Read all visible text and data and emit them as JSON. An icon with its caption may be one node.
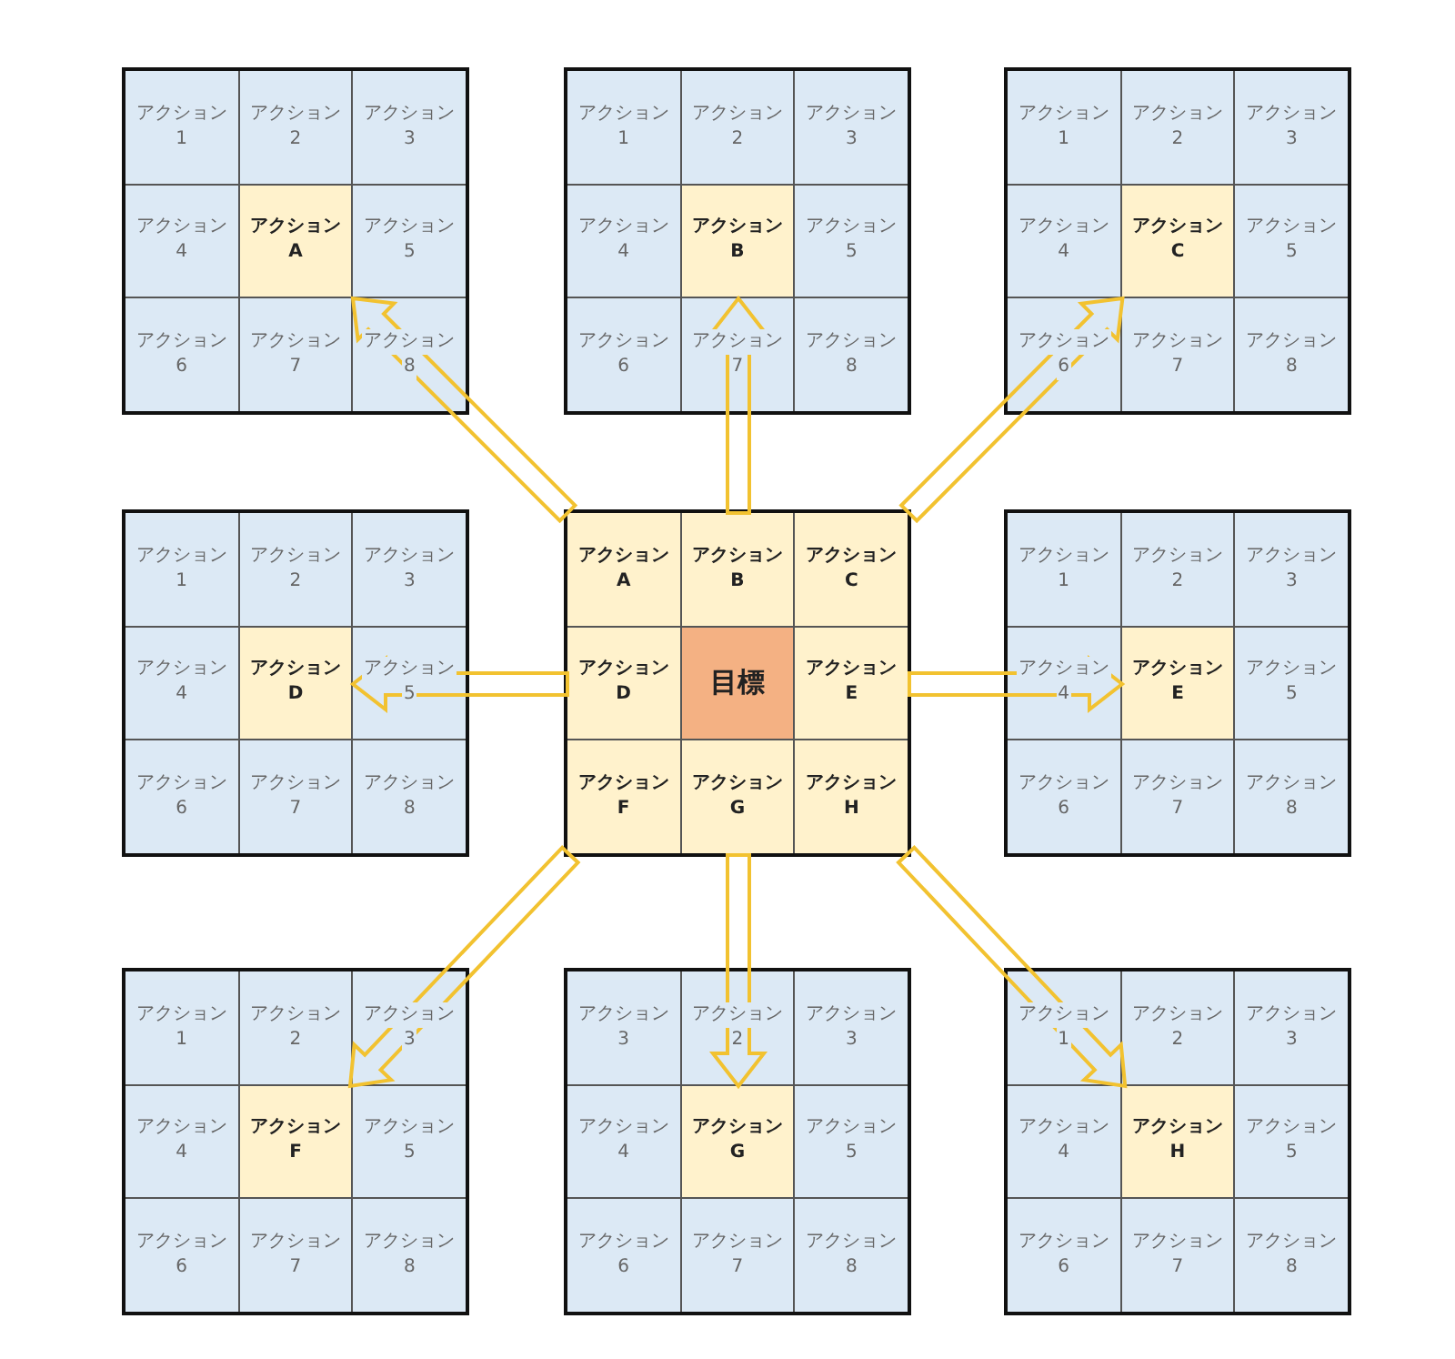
{
  "diagram": {
    "nodes": [
      {
        "text": [],
        "shape": "box"
      },
      {
        "text": [
          "アクション",
          "1"
        ],
        "in": 0
      },
      {
        "text": [
          "アクション",
          "2"
        ],
        "in": 0
      },
      {
        "text": [
          "アクション",
          "3"
        ],
        "in": 0
      },
      {
        "text": [
          "アクション",
          "4"
        ],
        "in": 0
      },
      {
        "text": [
          "アクション",
          "A"
        ],
        "in": 0
      },
      {
        "text": [
          "アクション",
          "5"
        ],
        "in": 0
      },
      {
        "text": [
          "アクション",
          "6"
        ],
        "in": 0
      },
      {
        "text": [
          "アクション",
          "7"
        ],
        "in": 0
      },
      {
        "text": [
          "アクション",
          "8"
        ],
        "in": 0
      },
      {
        "text": [],
        "shape": "box"
      },
      {
        "text": [
          "アクション",
          "1"
        ],
        "in": 10
      },
      {
        "text": [
          "アクション",
          "2"
        ],
        "in": 10
      },
      {
        "text": [
          "アクション",
          "3"
        ],
        "in": 10
      },
      {
        "text": [
          "アクション",
          "4"
        ],
        "in": 10
      },
      {
        "text": [
          "アクション",
          "B"
        ],
        "in": 10
      },
      {
        "text": [
          "アクション",
          "5"
        ],
        "in": 10
      },
      {
        "text": [
          "アクション",
          "6"
        ],
        "in": 10
      },
      {
        "text": [
          "アクション",
          "7"
        ],
        "in": 10
      },
      {
        "text": [
          "アクション",
          "8"
        ],
        "in": 10
      },
      {
        "text": [],
        "shape": "box"
      },
      {
        "text": [
          "アクション",
          "1"
        ],
        "in": 20
      },
      {
        "text": [
          "アクション",
          "2"
        ],
        "in": 20
      },
      {
        "text": [
          "アクション",
          "3"
        ],
        "in": 20
      },
      {
        "text": [
          "アクション",
          "4"
        ],
        "in": 20
      },
      {
        "text": [
          "アクション",
          "C"
        ],
        "in": 20
      },
      {
        "text": [
          "アクション",
          "5"
        ],
        "in": 20
      },
      {
        "text": [
          "アクション",
          "6"
        ],
        "in": 20
      },
      {
        "text": [
          "アクション",
          "7"
        ],
        "in": 20
      },
      {
        "text": [
          "アクション",
          "8"
        ],
        "in": 20
      },
      {
        "text": [],
        "shape": "box"
      },
      {
        "text": [
          "アクション",
          "1"
        ],
        "in": 30
      },
      {
        "text": [
          "アクション",
          "2"
        ],
        "in": 30
      },
      {
        "text": [
          "アクション",
          "3"
        ],
        "in": 30
      },
      {
        "text": [
          "アクション",
          "4"
        ],
        "in": 30
      },
      {
        "text": [
          "アクション",
          "D"
        ],
        "in": 30
      },
      {
        "text": [
          "アクション",
          "5"
        ],
        "in": 30
      },
      {
        "text": [
          "アクション",
          "6"
        ],
        "in": 30
      },
      {
        "text": [
          "アクション",
          "7"
        ],
        "in": 30
      },
      {
        "text": [
          "アクション",
          "8"
        ],
        "in": 30
      },
      {
        "text": [],
        "shape": "box"
      },
      {
        "text": [
          "アクション",
          "A"
        ],
        "in": 40
      },
      {
        "text": [
          "アクション",
          "B"
        ],
        "in": 40
      },
      {
        "text": [
          "アクション",
          "C"
        ],
        "in": 40
      },
      {
        "text": [
          "アクション",
          "D"
        ],
        "in": 40
      },
      {
        "text": [
          "目標"
        ],
        "in": 40
      },
      {
        "text": [
          "アクション",
          "E"
        ],
        "in": 40
      },
      {
        "text": [
          "アクション",
          "F"
        ],
        "in": 40
      },
      {
        "text": [
          "アクション",
          "G"
        ],
        "in": 40
      },
      {
        "text": [
          "アクション",
          "H"
        ],
        "in": 40
      },
      {
        "text": [],
        "shape": "box"
      },
      {
        "text": [
          "アクション",
          "1"
        ],
        "in": 50
      },
      {
        "text": [
          "アクション",
          "2"
        ],
        "in": 50
      },
      {
        "text": [
          "アクション",
          "3"
        ],
        "in": 50
      },
      {
        "text": [
          "アクション",
          "4"
        ],
        "in": 50
      },
      {
        "text": [
          "アクション",
          "E"
        ],
        "in": 50
      },
      {
        "text": [
          "アクション",
          "5"
        ],
        "in": 50
      },
      {
        "text": [
          "アクション",
          "6"
        ],
        "in": 50
      },
      {
        "text": [
          "アクション",
          "7"
        ],
        "in": 50
      },
      {
        "text": [
          "アクション",
          "8"
        ],
        "in": 50
      },
      {
        "text": [],
        "shape": "box"
      },
      {
        "text": [
          "アクション",
          "1"
        ],
        "in": 60
      },
      {
        "text": [
          "アクション",
          "2"
        ],
        "in": 60
      },
      {
        "text": [
          "アクション",
          "3"
        ],
        "in": 60
      },
      {
        "text": [
          "アクション",
          "4"
        ],
        "in": 60
      },
      {
        "text": [
          "アクション",
          "F"
        ],
        "in": 60
      },
      {
        "text": [
          "アクション",
          "5"
        ],
        "in": 60
      },
      {
        "text": [
          "アクション",
          "6"
        ],
        "in": 60
      },
      {
        "text": [
          "アクション",
          "7"
        ],
        "in": 60
      },
      {
        "text": [
          "アクション",
          "8"
        ],
        "in": 60
      },
      {
        "text": [],
        "shape": "box"
      },
      {
        "text": [
          "アクション",
          "3"
        ],
        "in": 70
      },
      {
        "text": [
          "アクション",
          "2"
        ],
        "in": 70
      },
      {
        "text": [
          "アクション",
          "3"
        ],
        "in": 70
      },
      {
        "text": [
          "アクション",
          "4"
        ],
        "in": 70
      },
      {
        "text": [
          "アクション",
          "G"
        ],
        "in": 70
      },
      {
        "text": [
          "アクション",
          "5"
        ],
        "in": 70
      },
      {
        "text": [
          "アクション",
          "6"
        ],
        "in": 70
      },
      {
        "text": [
          "アクション",
          "7"
        ],
        "in": 70
      },
      {
        "text": [
          "アクション",
          "8"
        ],
        "in": 70
      },
      {
        "text": [],
        "shape": "box"
      },
      {
        "text": [
          "アクション",
          "1"
        ],
        "in": 80
      },
      {
        "text": [
          "アクション",
          "2"
        ],
        "in": 80
      },
      {
        "text": [
          "アクション",
          "3"
        ],
        "in": 80
      },
      {
        "text": [
          "アクション",
          "4"
        ],
        "in": 80
      },
      {
        "text": [
          "アクション",
          "H"
        ],
        "in": 80
      },
      {
        "text": [
          "アクション",
          "5"
        ],
        "in": 80
      },
      {
        "text": [
          "アクション",
          "6"
        ],
        "in": 80
      },
      {
        "text": [
          "アクション",
          "7"
        ],
        "in": 80
      },
      {
        "text": [
          "アクション",
          "8"
        ],
        "in": 80
      }
    ],
    "edges": [
      {
        "from": 41,
        "to": 5,
        "arrow": "to",
        "style": "thick"
      },
      {
        "from": 42,
        "to": 15,
        "arrow": "to",
        "style": "thick"
      },
      {
        "from": 43,
        "to": 25,
        "arrow": "to",
        "style": "thick"
      },
      {
        "from": 44,
        "to": 35,
        "arrow": "to",
        "style": "thick"
      },
      {
        "from": 46,
        "to": 55,
        "arrow": "to",
        "style": "thick"
      },
      {
        "from": 47,
        "to": 65,
        "arrow": "to",
        "style": "thick"
      },
      {
        "from": 48,
        "to": 75,
        "arrow": "to",
        "style": "thick"
      },
      {
        "from": 49,
        "to": 85,
        "arrow": "to",
        "style": "thick"
      }
    ]
  }
}
